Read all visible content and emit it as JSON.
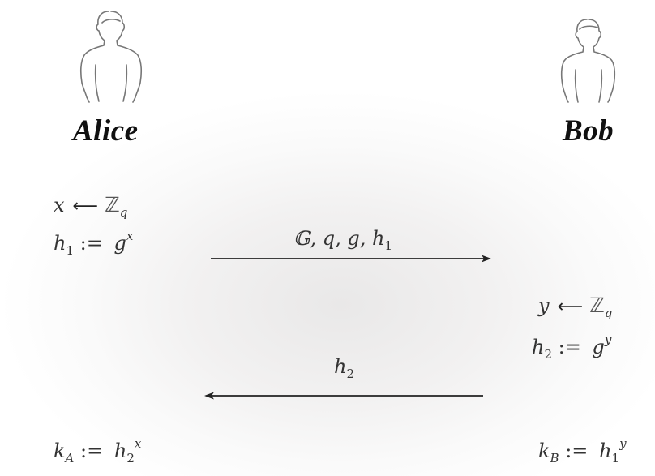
{
  "alice": {
    "name": "Alice",
    "sample_var": "x",
    "sample_set": "ℤ",
    "sample_set_sub": "q",
    "h_var": "h",
    "h_sub": "1",
    "assign": ":=",
    "h_base": "g",
    "h_exp": "x",
    "k_var": "k",
    "k_sub": "A",
    "k_base": "h",
    "k_base_sub": "2",
    "k_exp": "x"
  },
  "bob": {
    "name": "Bob",
    "sample_var": "y",
    "sample_set": "ℤ",
    "sample_set_sub": "q",
    "h_var": "h",
    "h_sub": "2",
    "assign": ":=",
    "h_base": "g",
    "h_exp": "y",
    "k_var": "k",
    "k_sub": "B",
    "k_base": "h",
    "k_base_sub": "1",
    "k_exp": "y"
  },
  "messages": {
    "to_bob": {
      "prefix": "𝔾, q, g, h",
      "sub": "1"
    },
    "to_alice": {
      "var": "h",
      "sub": "2"
    }
  },
  "icons": {
    "alice": "person-silhouette-icon",
    "bob": "person-silhouette-icon"
  }
}
